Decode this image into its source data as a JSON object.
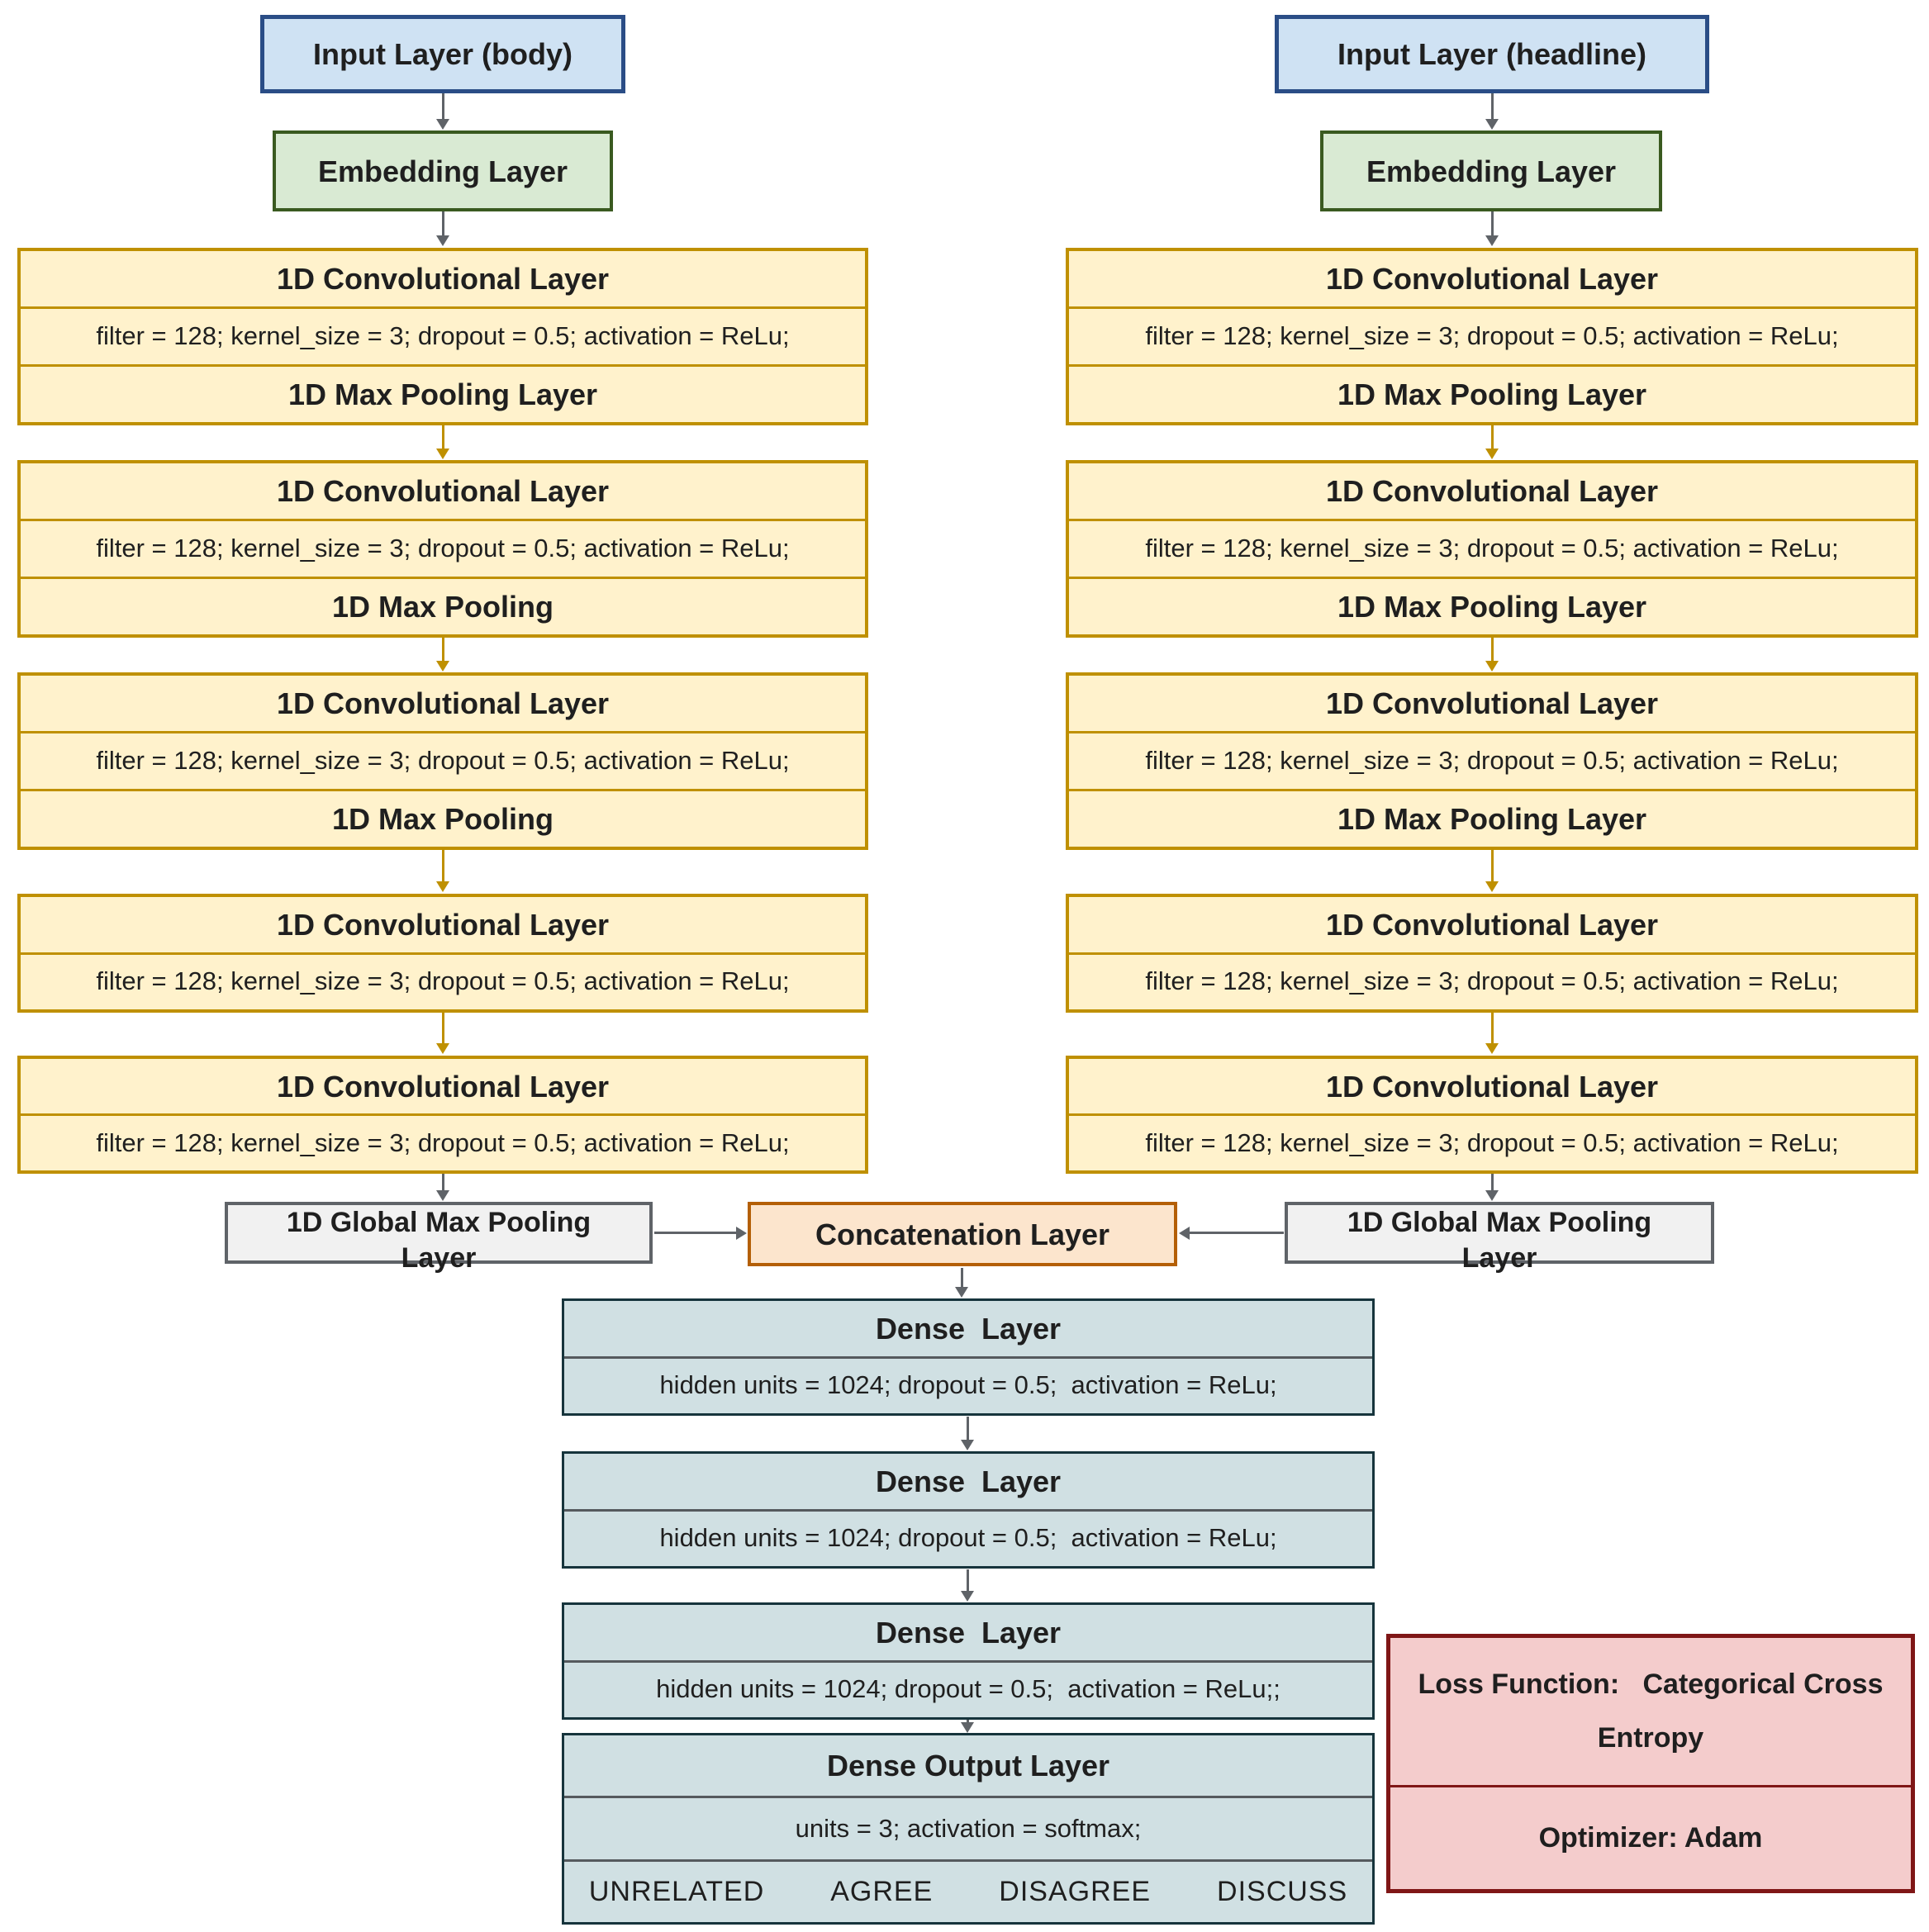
{
  "left_branch": {
    "input_label": "Input Layer (body)",
    "embedding_label": "Embedding Layer",
    "blocks": [
      {
        "title": "1D Convolutional Layer",
        "params": "filter = 128; kernel_size = 3; dropout = 0.5; activation = ReLu;",
        "pooling": "1D Max Pooling Layer"
      },
      {
        "title": "1D Convolutional Layer",
        "params": "filter = 128; kernel_size = 3; dropout = 0.5; activation = ReLu;",
        "pooling": "1D Max Pooling"
      },
      {
        "title": "1D Convolutional Layer",
        "params": "filter = 128; kernel_size = 3; dropout = 0.5; activation = ReLu;",
        "pooling": "1D Max Pooling"
      },
      {
        "title": "1D Convolutional Layer",
        "params": "filter = 128; kernel_size = 3; dropout = 0.5; activation = ReLu;"
      },
      {
        "title": "1D Convolutional Layer",
        "params": "filter = 128; kernel_size = 3; dropout = 0.5; activation = ReLu;"
      }
    ],
    "global_pool_label": "1D Global Max Pooling Layer"
  },
  "right_branch": {
    "input_label": "Input Layer (headline)",
    "embedding_label": "Embedding Layer",
    "blocks": [
      {
        "title": "1D Convolutional Layer",
        "params": "filter = 128; kernel_size = 3; dropout = 0.5; activation = ReLu;",
        "pooling": "1D Max Pooling Layer"
      },
      {
        "title": "1D Convolutional Layer",
        "params": "filter = 128; kernel_size = 3; dropout = 0.5; activation = ReLu;",
        "pooling": "1D Max Pooling Layer"
      },
      {
        "title": "1D Convolutional Layer",
        "params": "filter = 128; kernel_size = 3; dropout = 0.5; activation = ReLu;",
        "pooling": "1D Max Pooling Layer"
      },
      {
        "title": "1D Convolutional Layer",
        "params": "filter = 128; kernel_size = 3; dropout = 0.5; activation = ReLu;"
      },
      {
        "title": "1D Convolutional Layer",
        "params": "filter = 128; kernel_size = 3; dropout = 0.5; activation = ReLu;"
      }
    ],
    "global_pool_label": "1D Global Max Pooling Layer"
  },
  "merge": {
    "concat_label": "Concatenation Layer"
  },
  "dense_stack": [
    {
      "title": "Dense  Layer",
      "params": "hidden units = 1024; dropout = 0.5;  activation = ReLu;"
    },
    {
      "title": "Dense  Layer",
      "params": "hidden units = 1024; dropout = 0.5;  activation = ReLu;"
    },
    {
      "title": "Dense  Layer",
      "params": "hidden units = 1024; dropout = 0.5;  activation = ReLu;;"
    }
  ],
  "output_layer": {
    "title": "Dense Output Layer",
    "params": "units = 3; activation = softmax;",
    "classes": [
      "UNRELATED",
      "AGREE",
      "DISAGREE",
      "DISCUSS"
    ]
  },
  "training": {
    "loss_label": "Loss Function:   Categorical Cross Entropy",
    "optimizer_label": "Optimizer: Adam"
  },
  "colors": {
    "input_fill": "#cfe2f3",
    "input_border": "#2a4d86",
    "embedding_fill": "#d9ead3",
    "embedding_border": "#3a5a20",
    "conv_fill": "#fff2cc",
    "conv_border": "#bf9000",
    "pool_fill": "#f1f1f1",
    "pool_border": "#5f6368",
    "concat_fill": "#fce5cd",
    "concat_border": "#b45f06",
    "dense_fill": "#d0e0e3",
    "dense_border": "#16343c",
    "loss_fill": "#f4cccc",
    "loss_border": "#7f1616",
    "arrow_gray": "#5f6368",
    "arrow_gold": "#bf9000"
  }
}
